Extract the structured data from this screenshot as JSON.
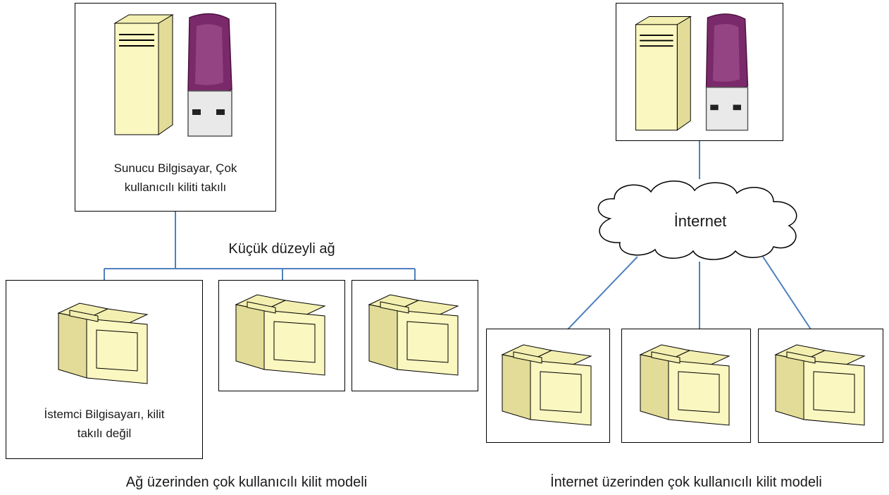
{
  "left_diagram": {
    "server_label_line1": "Sunucu Bilgisayar, Çok",
    "server_label_line2": "kullanıcılı kiliti takılı",
    "network_label": "Küçük düzeyli ağ",
    "client_label_line1": "İstemci Bilgisayarı, kilit",
    "client_label_line2": "takılı değil",
    "caption": "Ağ üzerinden çok kullanıcılı kilit modeli"
  },
  "right_diagram": {
    "cloud_label": "İnternet",
    "caption": "İnternet üzerinden çok kullanıcılı kilit modeli"
  },
  "colors": {
    "connector": "#4f81bd",
    "device_fill": "#fbf7c0",
    "dongle": "#7a2a6a"
  },
  "icons": [
    "server-tower-icon",
    "usb-dongle-icon",
    "monitor-icon",
    "cloud-icon"
  ]
}
